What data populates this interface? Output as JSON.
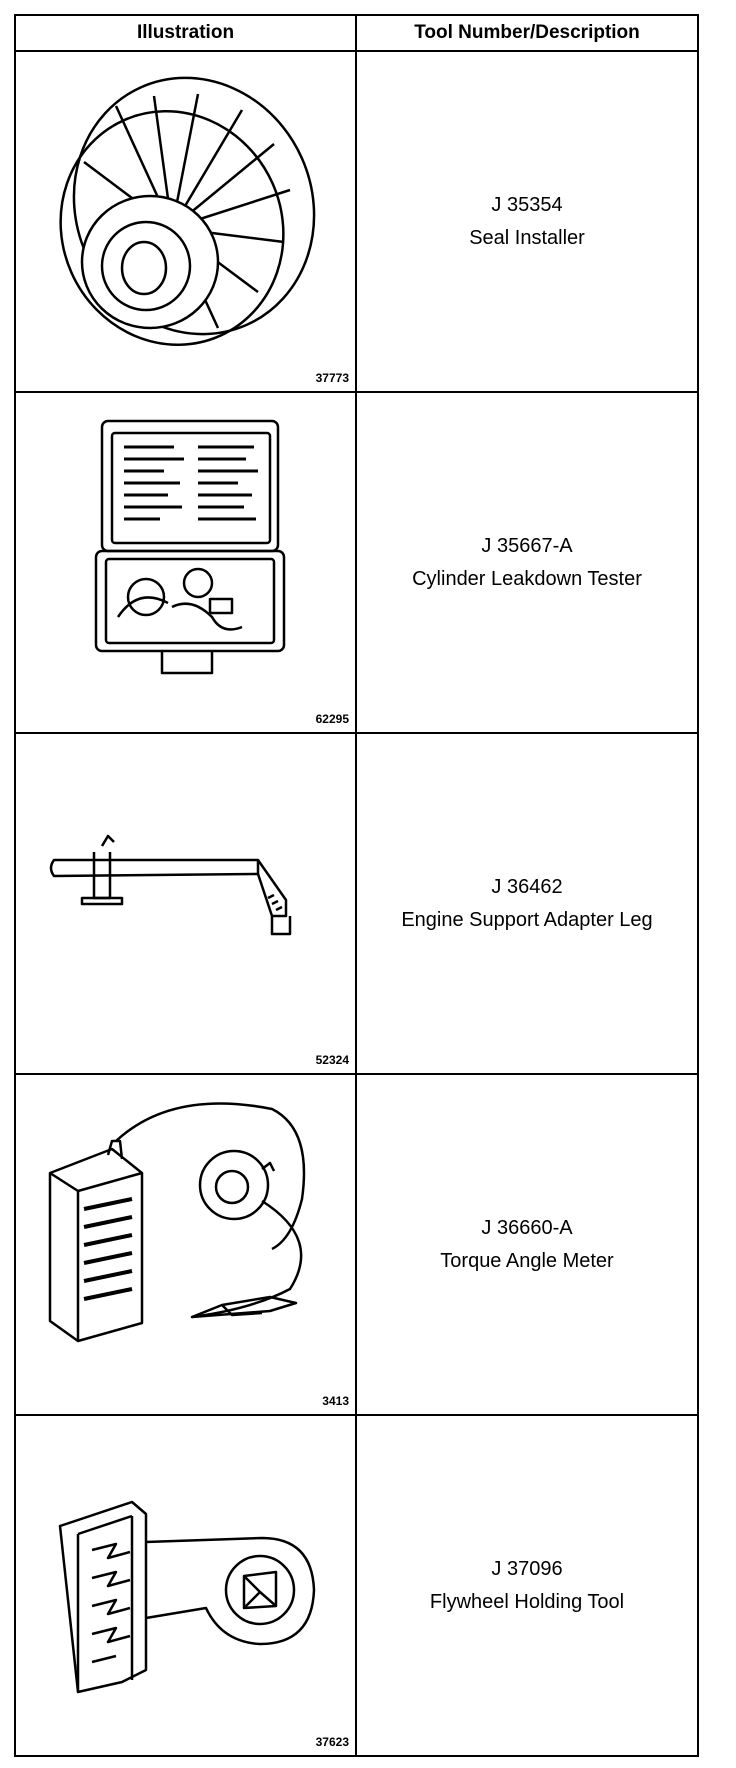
{
  "table": {
    "headers": {
      "illustration": "Illustration",
      "tool": "Tool Number/Description"
    },
    "rows": [
      {
        "figure_number": "37773",
        "tool_number": "J 35354",
        "description": "Seal Installer",
        "icon": "seal-installer-icon"
      },
      {
        "figure_number": "62295",
        "tool_number": "J 35667-A",
        "description": "Cylinder Leakdown Tester",
        "icon": "leakdown-tester-case-icon"
      },
      {
        "figure_number": "52324",
        "tool_number": "J 36462",
        "description": "Engine Support Adapter Leg",
        "icon": "adapter-leg-icon"
      },
      {
        "figure_number": "3413",
        "tool_number": "J 36660-A",
        "description": "Torque Angle Meter",
        "icon": "torque-angle-meter-icon"
      },
      {
        "figure_number": "37623",
        "tool_number": "J 37096",
        "description": "Flywheel Holding Tool",
        "icon": "flywheel-holding-tool-icon"
      }
    ]
  }
}
